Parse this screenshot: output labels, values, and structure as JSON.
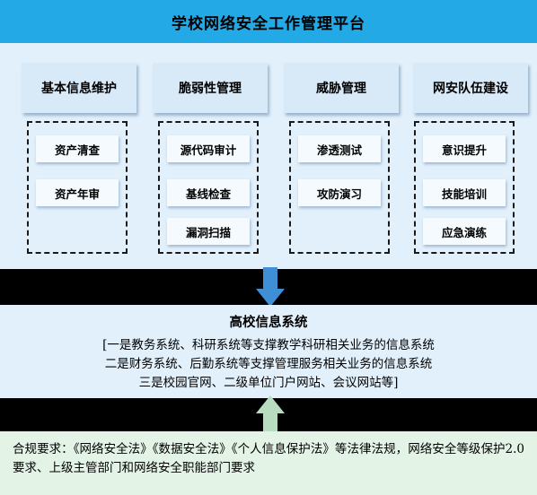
{
  "title": "学校网络安全工作管理平台",
  "modules": [
    {
      "name": "基本信息维护",
      "items": [
        "资产清查",
        "资产年审"
      ]
    },
    {
      "name": "脆弱性管理",
      "items": [
        "源代码审计",
        "基线检查",
        "漏洞扫描"
      ]
    },
    {
      "name": "威胁管理",
      "items": [
        "渗透测试",
        "攻防演习"
      ]
    },
    {
      "name": "网安队伍建设",
      "items": [
        "意识提升",
        "技能培训",
        "应急演练"
      ]
    }
  ],
  "systems": {
    "title": "高校信息系统",
    "lines": [
      "[一是教务系统、科研系统等支撑教学科研相关业务的信息系统",
      "二是财务系统、后勤系统等支撑管理服务相关业务的信息系统",
      "三是校园官网、二级单位门户网站、会议网站等]"
    ]
  },
  "compliance": {
    "text": "合规要求：《网络安全法》《数据安全法》《个人信息保护法》等法律法规，网络安全等级保护2.0要求、上级主管部门和网络安全职能部门要求"
  },
  "colors": {
    "title_bar": "#23a9e6",
    "panel": "#e2f0fb",
    "compliance_panel": "#e3f3e6",
    "arrow_down": "#3f8fd6",
    "arrow_up": "#b7dcbf"
  },
  "icons": {
    "down_arrow": "down-arrow-icon",
    "up_arrow": "up-arrow-icon"
  }
}
